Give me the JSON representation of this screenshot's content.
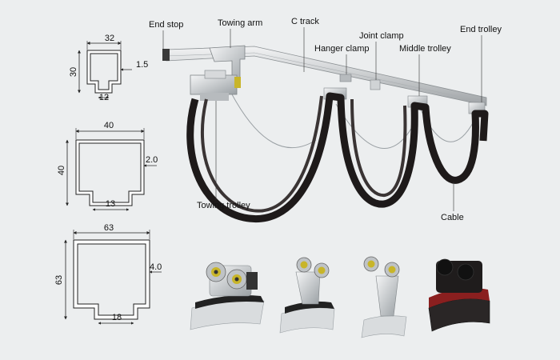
{
  "profiles": [
    {
      "width": "32",
      "height": "30",
      "wall": "1.5",
      "slot": "12"
    },
    {
      "width": "40",
      "height": "40",
      "wall": "2.0",
      "slot": "13"
    },
    {
      "width": "63",
      "height": "63",
      "wall": "4.0",
      "slot": "18"
    }
  ],
  "labels": {
    "end_stop": "End stop",
    "towing_arm": "Towing arm",
    "c_track": "C track",
    "joint_clamp": "Joint clamp",
    "end_trolley": "End trolley",
    "hanger_clamp": "Hanger clamp",
    "middle_trolley": "Middle trolley",
    "towing_trolley": "Towing trolley",
    "cable": "Cable"
  },
  "colors": {
    "background": "#eceeef",
    "profile_line": "#222222",
    "rail": "#c9ccce",
    "cable": "#1e1a1a",
    "wheel_accent": "#c8b52a"
  }
}
